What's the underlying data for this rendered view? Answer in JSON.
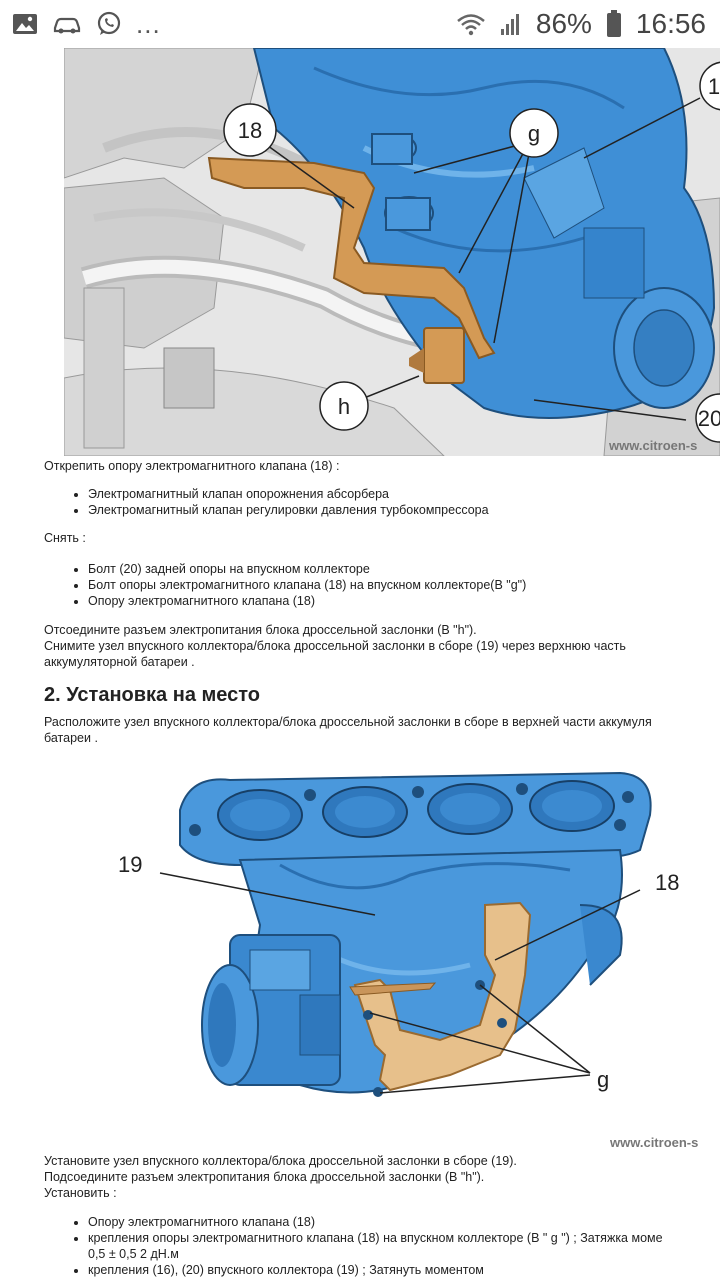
{
  "status_bar": {
    "battery": "86%",
    "time": "16:56",
    "more": "..."
  },
  "figure1": {
    "callouts": [
      "18",
      "g",
      "h",
      "1",
      "20"
    ],
    "watermark": "www.citroen-s"
  },
  "section1": {
    "intro": "Открепить опору электромагнитного клапана (18) :",
    "list1": [
      "Электромагнитный клапан опорожнения абсорбера",
      "Электромагнитный клапан регулировки давления турбокомпрессора"
    ],
    "remove_label": "Снять :",
    "list2": [
      "Болт (20) задней опоры на впускном коллекторе",
      "Болт опоры электромагнитного клапана (18) на впускном коллекторе(В \"g\")",
      "Опору электромагнитного клапана (18)"
    ],
    "para1": "Отсоедините разъем электропитания блока дроссельной заслонки (В \"h\").",
    "para2": "Снимите узел впускного коллектора/блока дроссельной заслонки в сборе (19) через верхнюю часть",
    "para2b": "аккумуляторной батареи ."
  },
  "section2": {
    "heading": "2. Установка на место",
    "intro1": "Расположите узел впускного коллектора/блока дроссельной заслонки в сборе в верхней части аккумуля",
    "intro2": "батареи ."
  },
  "figure2": {
    "callouts": [
      "19",
      "18",
      "g"
    ],
    "watermark": "www.citroen-s"
  },
  "section3": {
    "line1": "Установите узел впускного коллектора/блока дроссельной заслонки в сборе (19).",
    "line2": "Подсоедините разъем электропитания блока дроссельной заслонки (В \"h\").",
    "line3": "Установить :",
    "list": [
      "Опору электромагнитного клапана (18)",
      "крепления опоры электромагнитного клапана (18) на впускном коллекторе (В \" g \") ; Затяжка моме",
      "0,5 ± 0,5 2 дН.м",
      "крепления (16), (20) впускного коллектора (19) ; Затянуть моментом"
    ]
  }
}
